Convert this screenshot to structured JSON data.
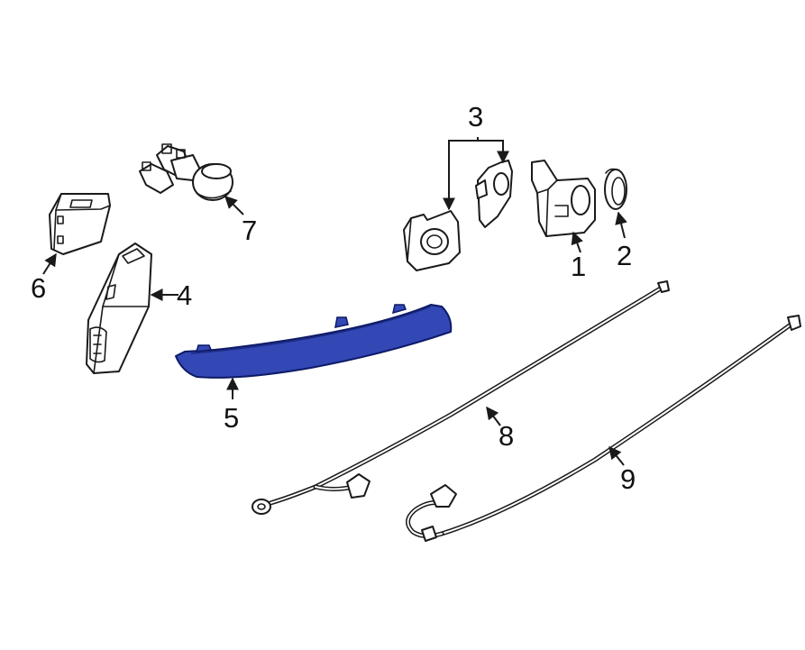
{
  "callouts": {
    "c1": "1",
    "c2": "2",
    "c3": "3",
    "c4": "4",
    "c5": "5",
    "c6": "6",
    "c7": "7",
    "c8": "8",
    "c9": "9"
  },
  "colors": {
    "highlight_fill": "#3347b5",
    "highlight_stroke": "#0d1a66",
    "line": "#1a1a1a",
    "background": "#ffffff"
  }
}
